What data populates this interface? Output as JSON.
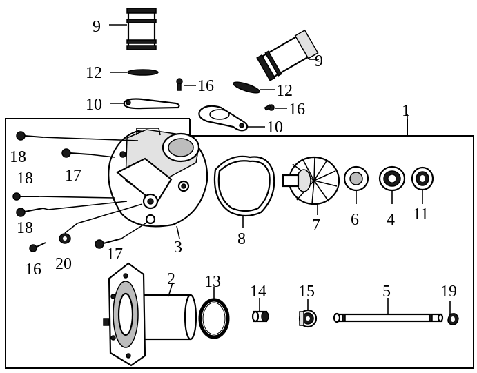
{
  "diagram": {
    "callouts": {
      "c9a": "9",
      "c9b": "9",
      "c12a": "12",
      "c12b": "12",
      "c16a": "16",
      "c16b": "16",
      "c16c": "16",
      "c10a": "10",
      "c10b": "10",
      "c1": "1",
      "c18a": "18",
      "c18b": "18",
      "c18c": "18",
      "c17a": "17",
      "c17b": "17",
      "c20": "20",
      "c3": "3",
      "c8": "8",
      "c7": "7",
      "c6": "6",
      "c4": "4",
      "c11": "11",
      "c2": "2",
      "c13": "13",
      "c14": "14",
      "c15": "15",
      "c5": "5",
      "c19": "19"
    }
  }
}
